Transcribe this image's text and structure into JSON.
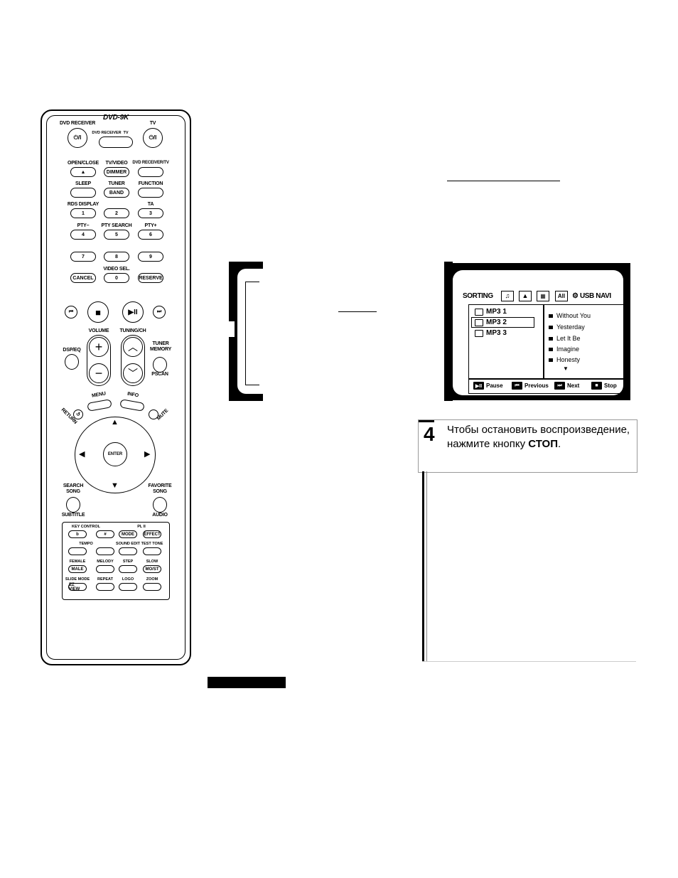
{
  "remote": {
    "dvd_receiver": "DVD RECEIVER",
    "tv": "TV",
    "logo": "DVD-9K",
    "switch_dvd_receiver": "DVD RECEIVER",
    "switch_tv": "TV",
    "power_symbol": "⏻/I",
    "open_close": "OPEN/CLOSE",
    "open_close_symbol": "▲",
    "tv_video": "TV/VIDEO",
    "dimmer": "DIMMER",
    "dvd_receiver_tv": "DVD RECEIVER/TV",
    "sleep": "SLEEP",
    "tuner": "TUNER",
    "band": "BAND",
    "function": "FUNCTION",
    "rds_display": "RDS DISPLAY",
    "ta": "TA",
    "pty_minus": "PTY–",
    "pty_search": "PTY SEARCH",
    "pty_plus": "PTY+",
    "digits": [
      "1",
      "2",
      "3",
      "4",
      "5",
      "6",
      "7",
      "8",
      "9",
      "0"
    ],
    "video_sel": "VIDEO SEL.",
    "cancel": "CANCEL",
    "reserve": "RESERVE",
    "volume": "VOLUME",
    "tuning_ch": "TUNING/CH",
    "dsp_eq": "DSP/EQ",
    "tuner_memory": "TUNER MEMORY",
    "pscan": "PSCAN",
    "menu": "MENU",
    "info": "INFO",
    "return": "RETURN",
    "mute": "MUTE",
    "enter": "ENTER",
    "search_song": "SEARCH SONG",
    "favorite_song": "FAVORITE SONG",
    "subtitle": "SUBTITLE",
    "audio": "AUDIO",
    "key_control": "KEY CONTROL",
    "pl2": "PL II",
    "flat": "b",
    "sharp": "#",
    "mode": "MODE",
    "effect": "EFFECT",
    "tempo": "TEMPO",
    "sound_edit": "SOUND EDIT",
    "test_tone": "TEST TONE",
    "female": "FEMALE",
    "male": "MALE",
    "melody": "MELODY",
    "step": "STEP",
    "slow": "SLOW",
    "mo_st": "MO/ST",
    "slide_mode": "SLIDE MODE",
    "ez_view": "EZ VIEW",
    "repeat": "REPEAT",
    "logo_btn": "LOGO",
    "zoom": "ZOOM"
  },
  "usb_screen": {
    "sorting": "SORTING",
    "all": "All",
    "usb_navi": "USB NAVI",
    "folders": [
      "MP3 1",
      "MP3 2",
      "MP3 3"
    ],
    "tracks": [
      "Without You",
      "Yesterday",
      "Let It Be",
      "Imagine",
      "Honesty"
    ],
    "controls": {
      "pause": "Pause",
      "previous": "Previous",
      "next": "Next",
      "stop": "Stop"
    }
  },
  "step4": {
    "number": "4",
    "text_before": "Чтобы остановить воспроизведение, нажмите кнопку ",
    "bold": "СТОП",
    "text_after": "."
  }
}
